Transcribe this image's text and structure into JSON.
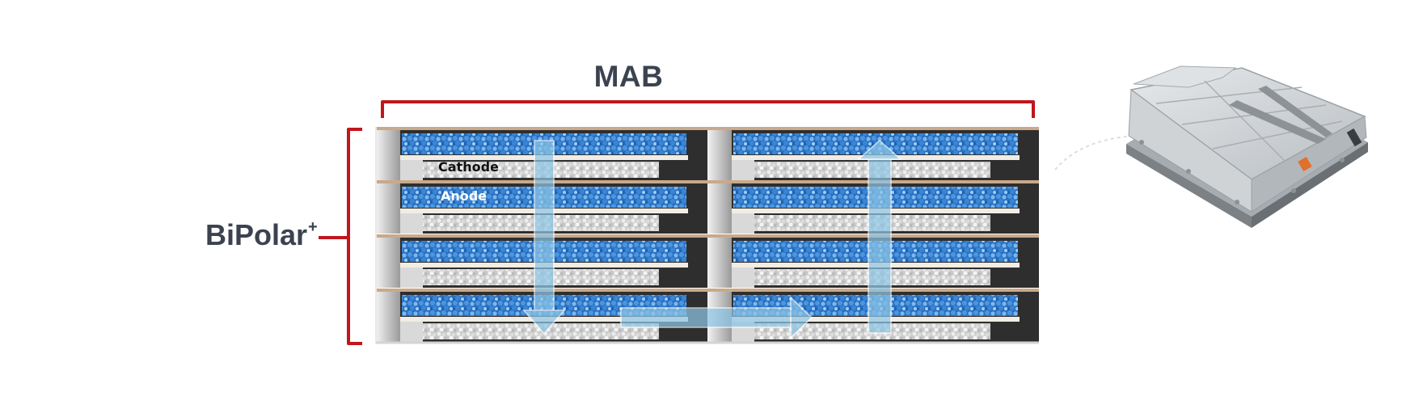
{
  "diagram": {
    "mab_label": "MAB",
    "bipolar_label": "BiPolar",
    "bipolar_superscript": "+",
    "cathode_label": "Cathode",
    "anode_label": "Anode"
  },
  "colors": {
    "bracket": "#c0161c",
    "title_text": "#3b4350",
    "anode_blue": "#2f7fd0",
    "cathode_grey": "#d8d8d8",
    "arrow_fill": "#8ec6e6",
    "separator_tan": "#c9a98a"
  },
  "icons": {
    "flow_arrows": [
      "arrow-down-icon",
      "arrow-right-icon",
      "arrow-up-icon"
    ],
    "battery_pack": "battery-pack-image"
  }
}
